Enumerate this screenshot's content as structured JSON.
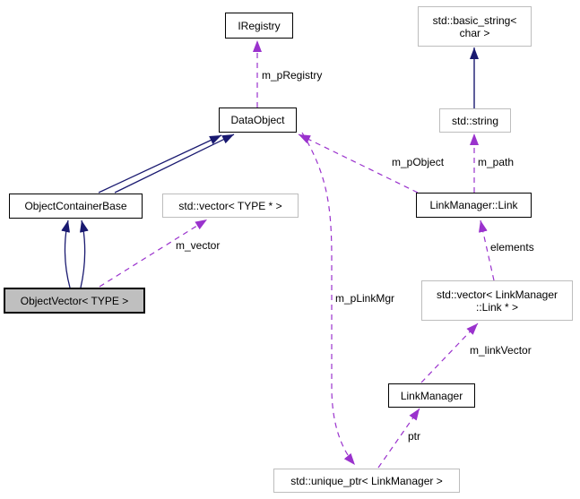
{
  "diagram": {
    "kind": "class-collaboration-graph",
    "nodes": {
      "iregistry": {
        "label": "IRegistry",
        "style": "documented"
      },
      "basic_string": {
        "line1": "std::basic_string<",
        "line2": "char >",
        "style": "external"
      },
      "dataobject": {
        "label": "DataObject",
        "style": "documented"
      },
      "std_string": {
        "label": "std::string",
        "style": "external"
      },
      "object_container_base": {
        "label": "ObjectContainerBase",
        "style": "documented"
      },
      "vector_type": {
        "label": "std::vector< TYPE * >",
        "style": "external"
      },
      "linkmanager_link": {
        "label": "LinkManager::Link",
        "style": "documented"
      },
      "object_vector": {
        "label": "ObjectVector< TYPE >",
        "style": "focus"
      },
      "vector_lmlink": {
        "line1": "std::vector< LinkManager",
        "line2": "::Link * >",
        "style": "external"
      },
      "linkmanager": {
        "label": "LinkManager",
        "style": "documented"
      },
      "unique_ptr": {
        "label": "std::unique_ptr< LinkManager >",
        "style": "external"
      }
    },
    "edge_labels": {
      "m_pRegistry": "m_pRegistry",
      "m_pObject": "m_pObject",
      "m_path": "m_path",
      "elements": "elements",
      "m_linkVector": "m_linkVector",
      "m_pLinkMgr": "m_pLinkMgr",
      "m_vector": "m_vector",
      "ptr": "ptr"
    },
    "colors": {
      "usage_edge": "#9a32cd",
      "inheritance_edge": "#191970",
      "documented_border": "#000000",
      "external_border": "#bdbdbd",
      "focus_fill": "#bfbfbf",
      "background": "#ffffff"
    }
  }
}
